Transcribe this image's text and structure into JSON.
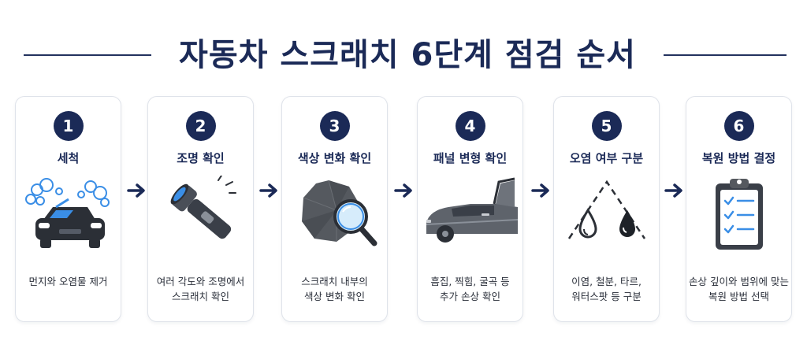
{
  "title": "자동차 스크래치 6단계 점검 순서",
  "colors": {
    "navy": "#1b2a57",
    "accent_blue": "#3a8ee6",
    "light_blue": "#bfe0f8",
    "gray": "#6b7078",
    "dark": "#2b2f36"
  },
  "steps": [
    {
      "number": "1",
      "title": "세척",
      "description": "먼지와 오염물 제거",
      "icon": "car-washing-icon"
    },
    {
      "number": "2",
      "title": "조명 확인",
      "description": "여러 각도와 조명에서\n스크래치 확인",
      "icon": "flashlight-icon"
    },
    {
      "number": "3",
      "title": "색상 변화 확인",
      "description": "스크래치 내부의\n색상 변화 확인",
      "icon": "magnifier-icon"
    },
    {
      "number": "4",
      "title": "패널 변형 확인",
      "description": "흠집, 찍힘, 굴곡 등\n추가 손상 확인",
      "icon": "car-side-panel-icon"
    },
    {
      "number": "5",
      "title": "오염 여부 구분",
      "description": "이염, 철분, 타르,\n워터스팟 등 구분",
      "icon": "droplets-icon"
    },
    {
      "number": "6",
      "title": "복원 방법 결정",
      "description": "손상 깊이와 범위에 맞는\n복원 방법 선택",
      "icon": "clipboard-checklist-icon"
    }
  ]
}
